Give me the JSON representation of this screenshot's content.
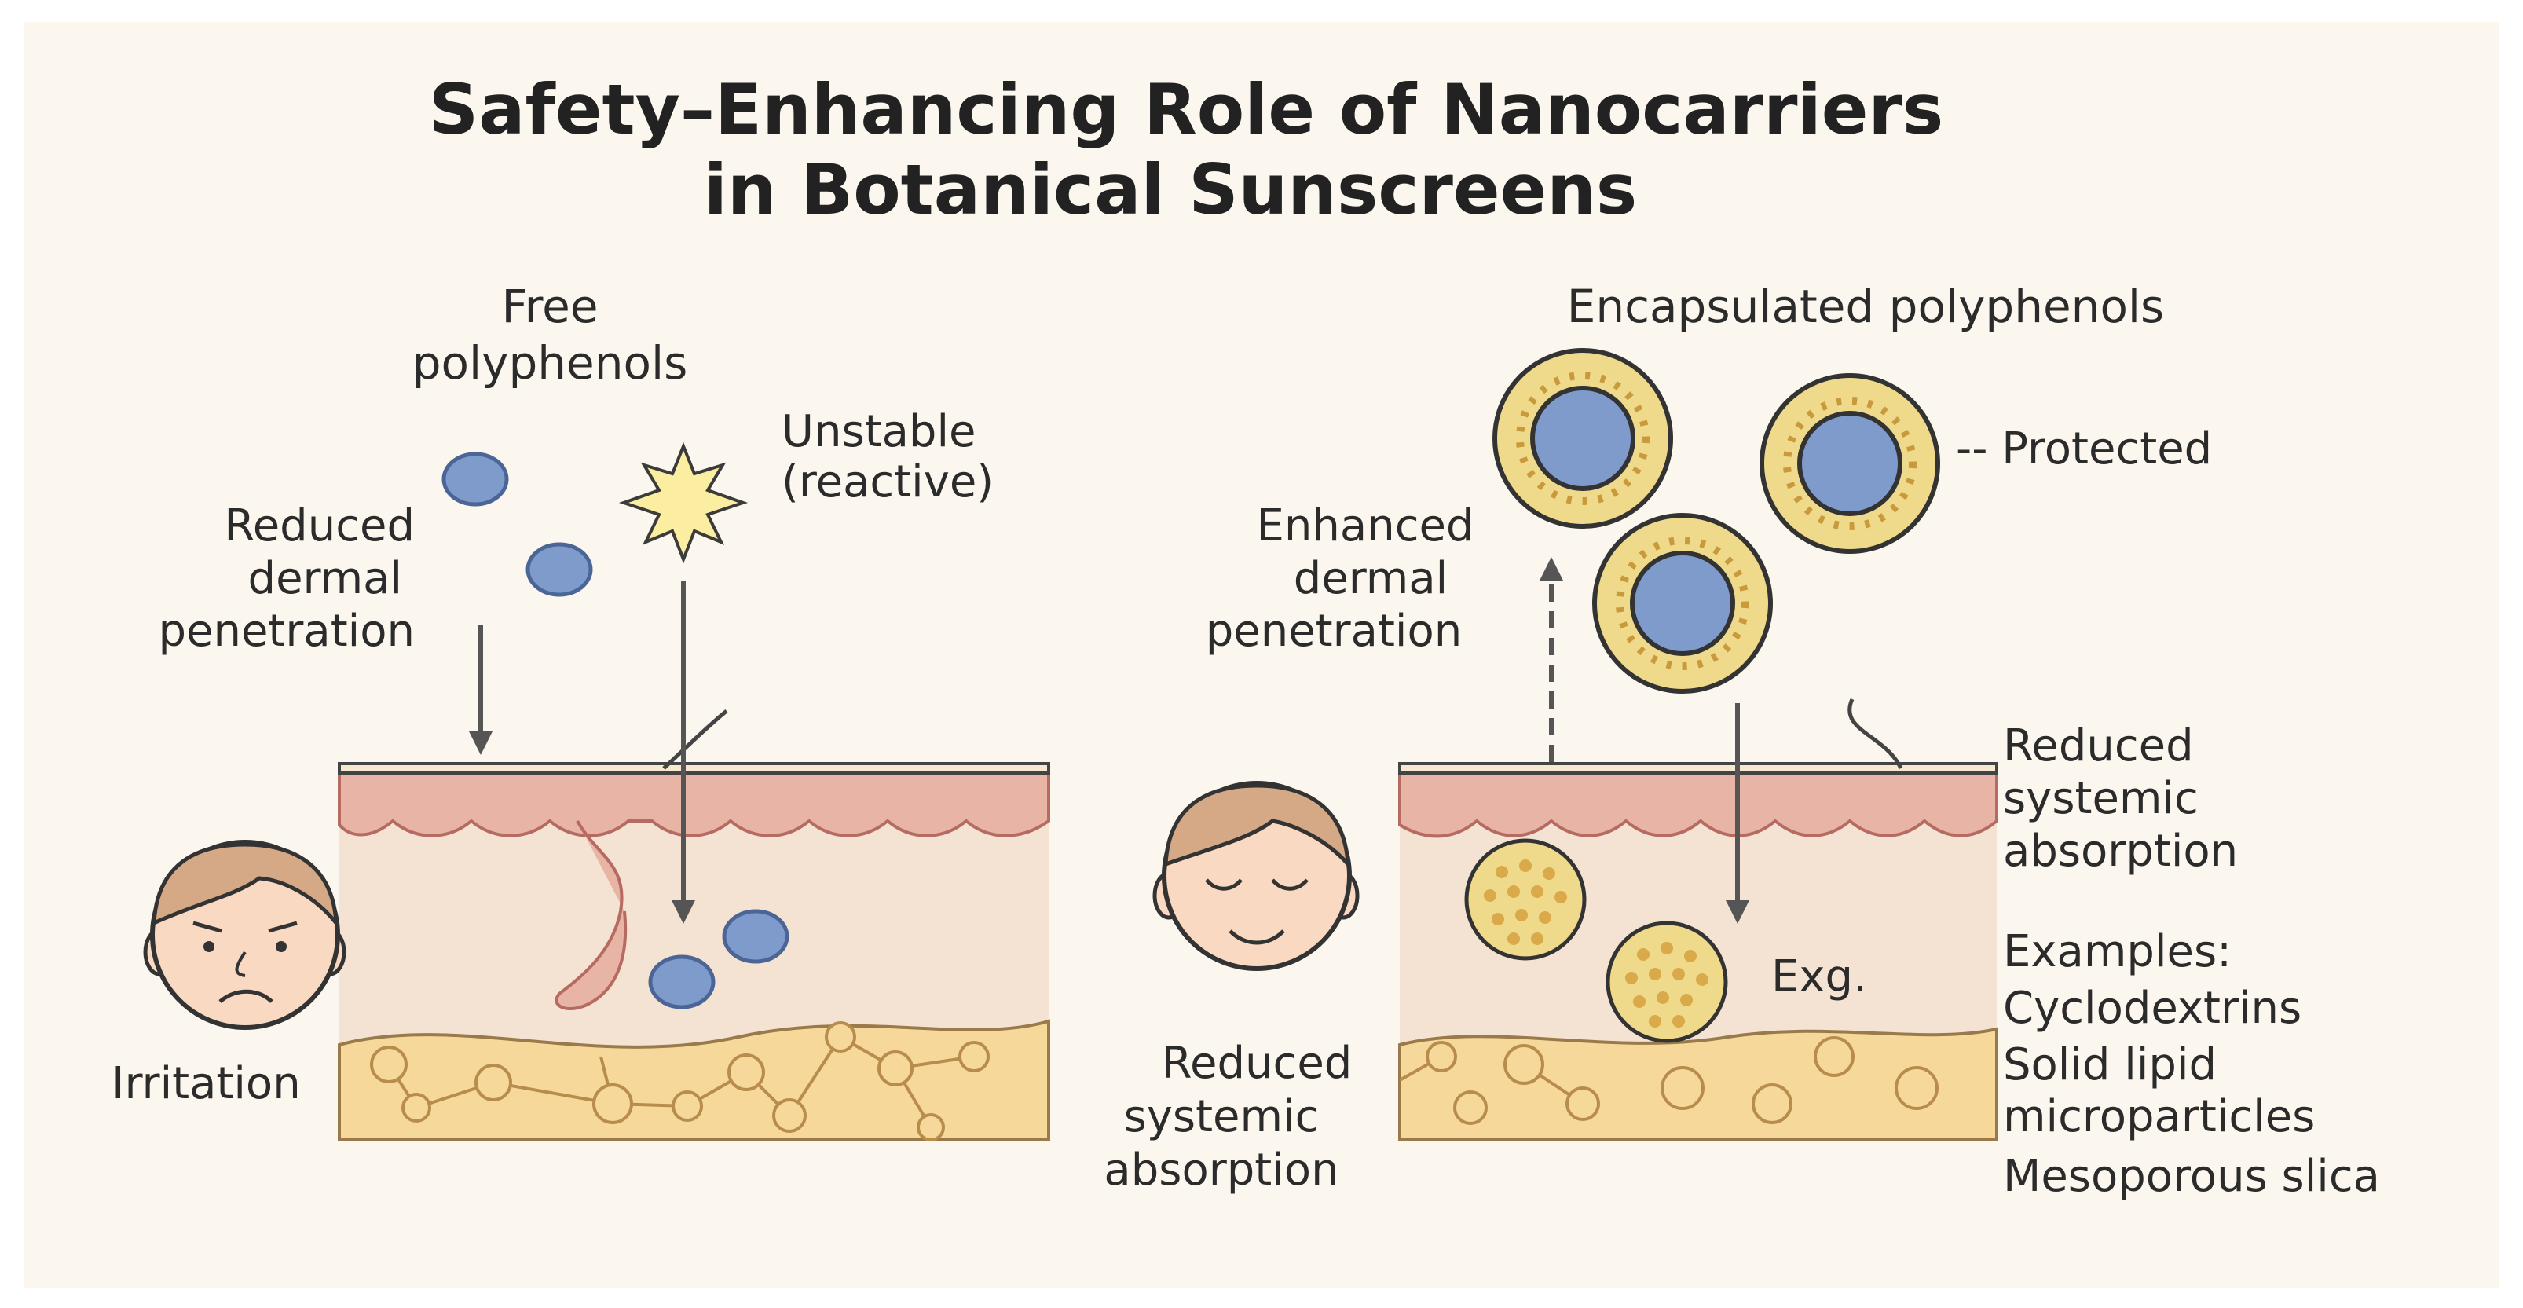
{
  "title": {
    "line1": "Safety–Enhancing Role of Nanocarriers",
    "line2": "in Botanical Sunscreens"
  },
  "left_panel": {
    "heading_line1": "Free",
    "heading_line2": "polyphenols",
    "unstable_line1": "Unstable",
    "unstable_line2": "(reactive)",
    "penetration_line1": "Reduced",
    "penetration_line2": "dermal",
    "penetration_line3": "penetration",
    "irritation": "Irritation"
  },
  "right_panel": {
    "heading": "Encapsulated polyphenols",
    "protected": "-- Protected",
    "penetration_line1": "Enhanced",
    "penetration_line2": "dermal",
    "penetration_line3": "penetration",
    "systemic_top_line1": "Reduced",
    "systemic_top_line2": "systemic",
    "systemic_top_line3": "absorption",
    "systemic_bottom_line1": "Reduced",
    "systemic_bottom_line2": "systemic",
    "systemic_bottom_line3": "absorption",
    "exg": "Exg.",
    "examples_heading": "Examples:",
    "examples": [
      "Cyclodextrins",
      "Solid lipid",
      "microparticles",
      "Mesoporous slica"
    ]
  },
  "icons": {
    "face_left": "sad-face-icon",
    "face_right": "calm-face-icon",
    "reactive_burst": "starburst-icon"
  },
  "colors": {
    "background": "#fbf7ef",
    "epidermis": "#e8b4a6",
    "dermis": "#f4e3d2",
    "subcutis": "#f6d99a",
    "polyphenol": "#7f9bcc",
    "carrier_shell": "#efd98a"
  }
}
